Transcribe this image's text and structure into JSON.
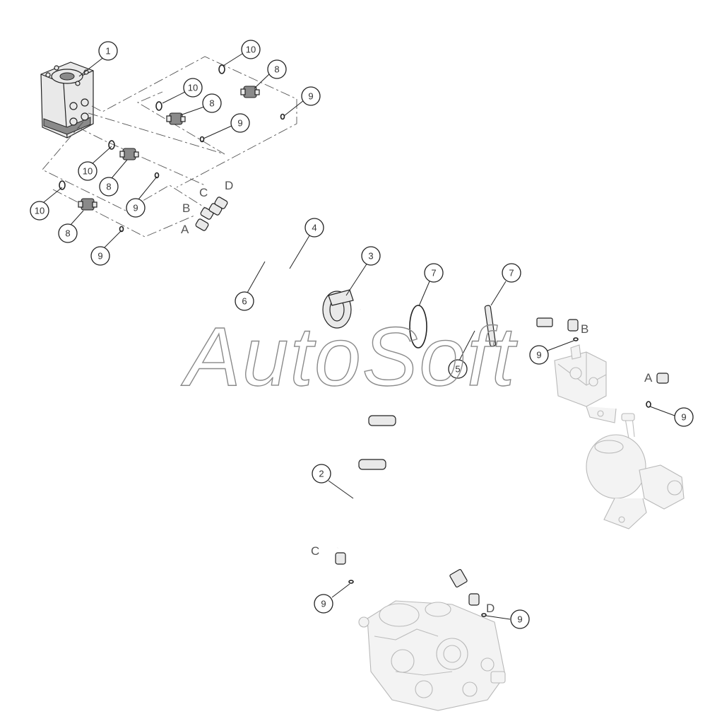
{
  "watermark": "AutoSoft",
  "callouts": [
    {
      "id": "c1",
      "number": "1"
    },
    {
      "id": "c10a",
      "number": "10"
    },
    {
      "id": "c8a",
      "number": "8"
    },
    {
      "id": "c10b",
      "number": "10"
    },
    {
      "id": "c8b",
      "number": "8"
    },
    {
      "id": "c9a",
      "number": "9"
    },
    {
      "id": "c9b",
      "number": "9"
    },
    {
      "id": "c10c",
      "number": "10"
    },
    {
      "id": "c8c",
      "number": "8"
    },
    {
      "id": "c9c",
      "number": "9"
    },
    {
      "id": "c10d",
      "number": "10"
    },
    {
      "id": "c8d",
      "number": "8"
    },
    {
      "id": "c9d",
      "number": "9"
    },
    {
      "id": "c4",
      "number": "4"
    },
    {
      "id": "c3",
      "number": "3"
    },
    {
      "id": "c6",
      "number": "6"
    },
    {
      "id": "c7a",
      "number": "7"
    },
    {
      "id": "c7b",
      "number": "7"
    },
    {
      "id": "c5",
      "number": "5"
    },
    {
      "id": "c9e",
      "number": "9"
    },
    {
      "id": "c9f",
      "number": "9"
    },
    {
      "id": "c2",
      "number": "2"
    },
    {
      "id": "c9g",
      "number": "9"
    },
    {
      "id": "c9h",
      "number": "9"
    }
  ],
  "port_letters": [
    {
      "id": "lA1",
      "text": "A"
    },
    {
      "id": "lB1",
      "text": "B"
    },
    {
      "id": "lC1",
      "text": "C"
    },
    {
      "id": "lD1",
      "text": "D"
    },
    {
      "id": "lB2",
      "text": "B"
    },
    {
      "id": "lA2",
      "text": "A"
    },
    {
      "id": "lC2",
      "text": "C"
    },
    {
      "id": "lD2",
      "text": "D"
    }
  ]
}
